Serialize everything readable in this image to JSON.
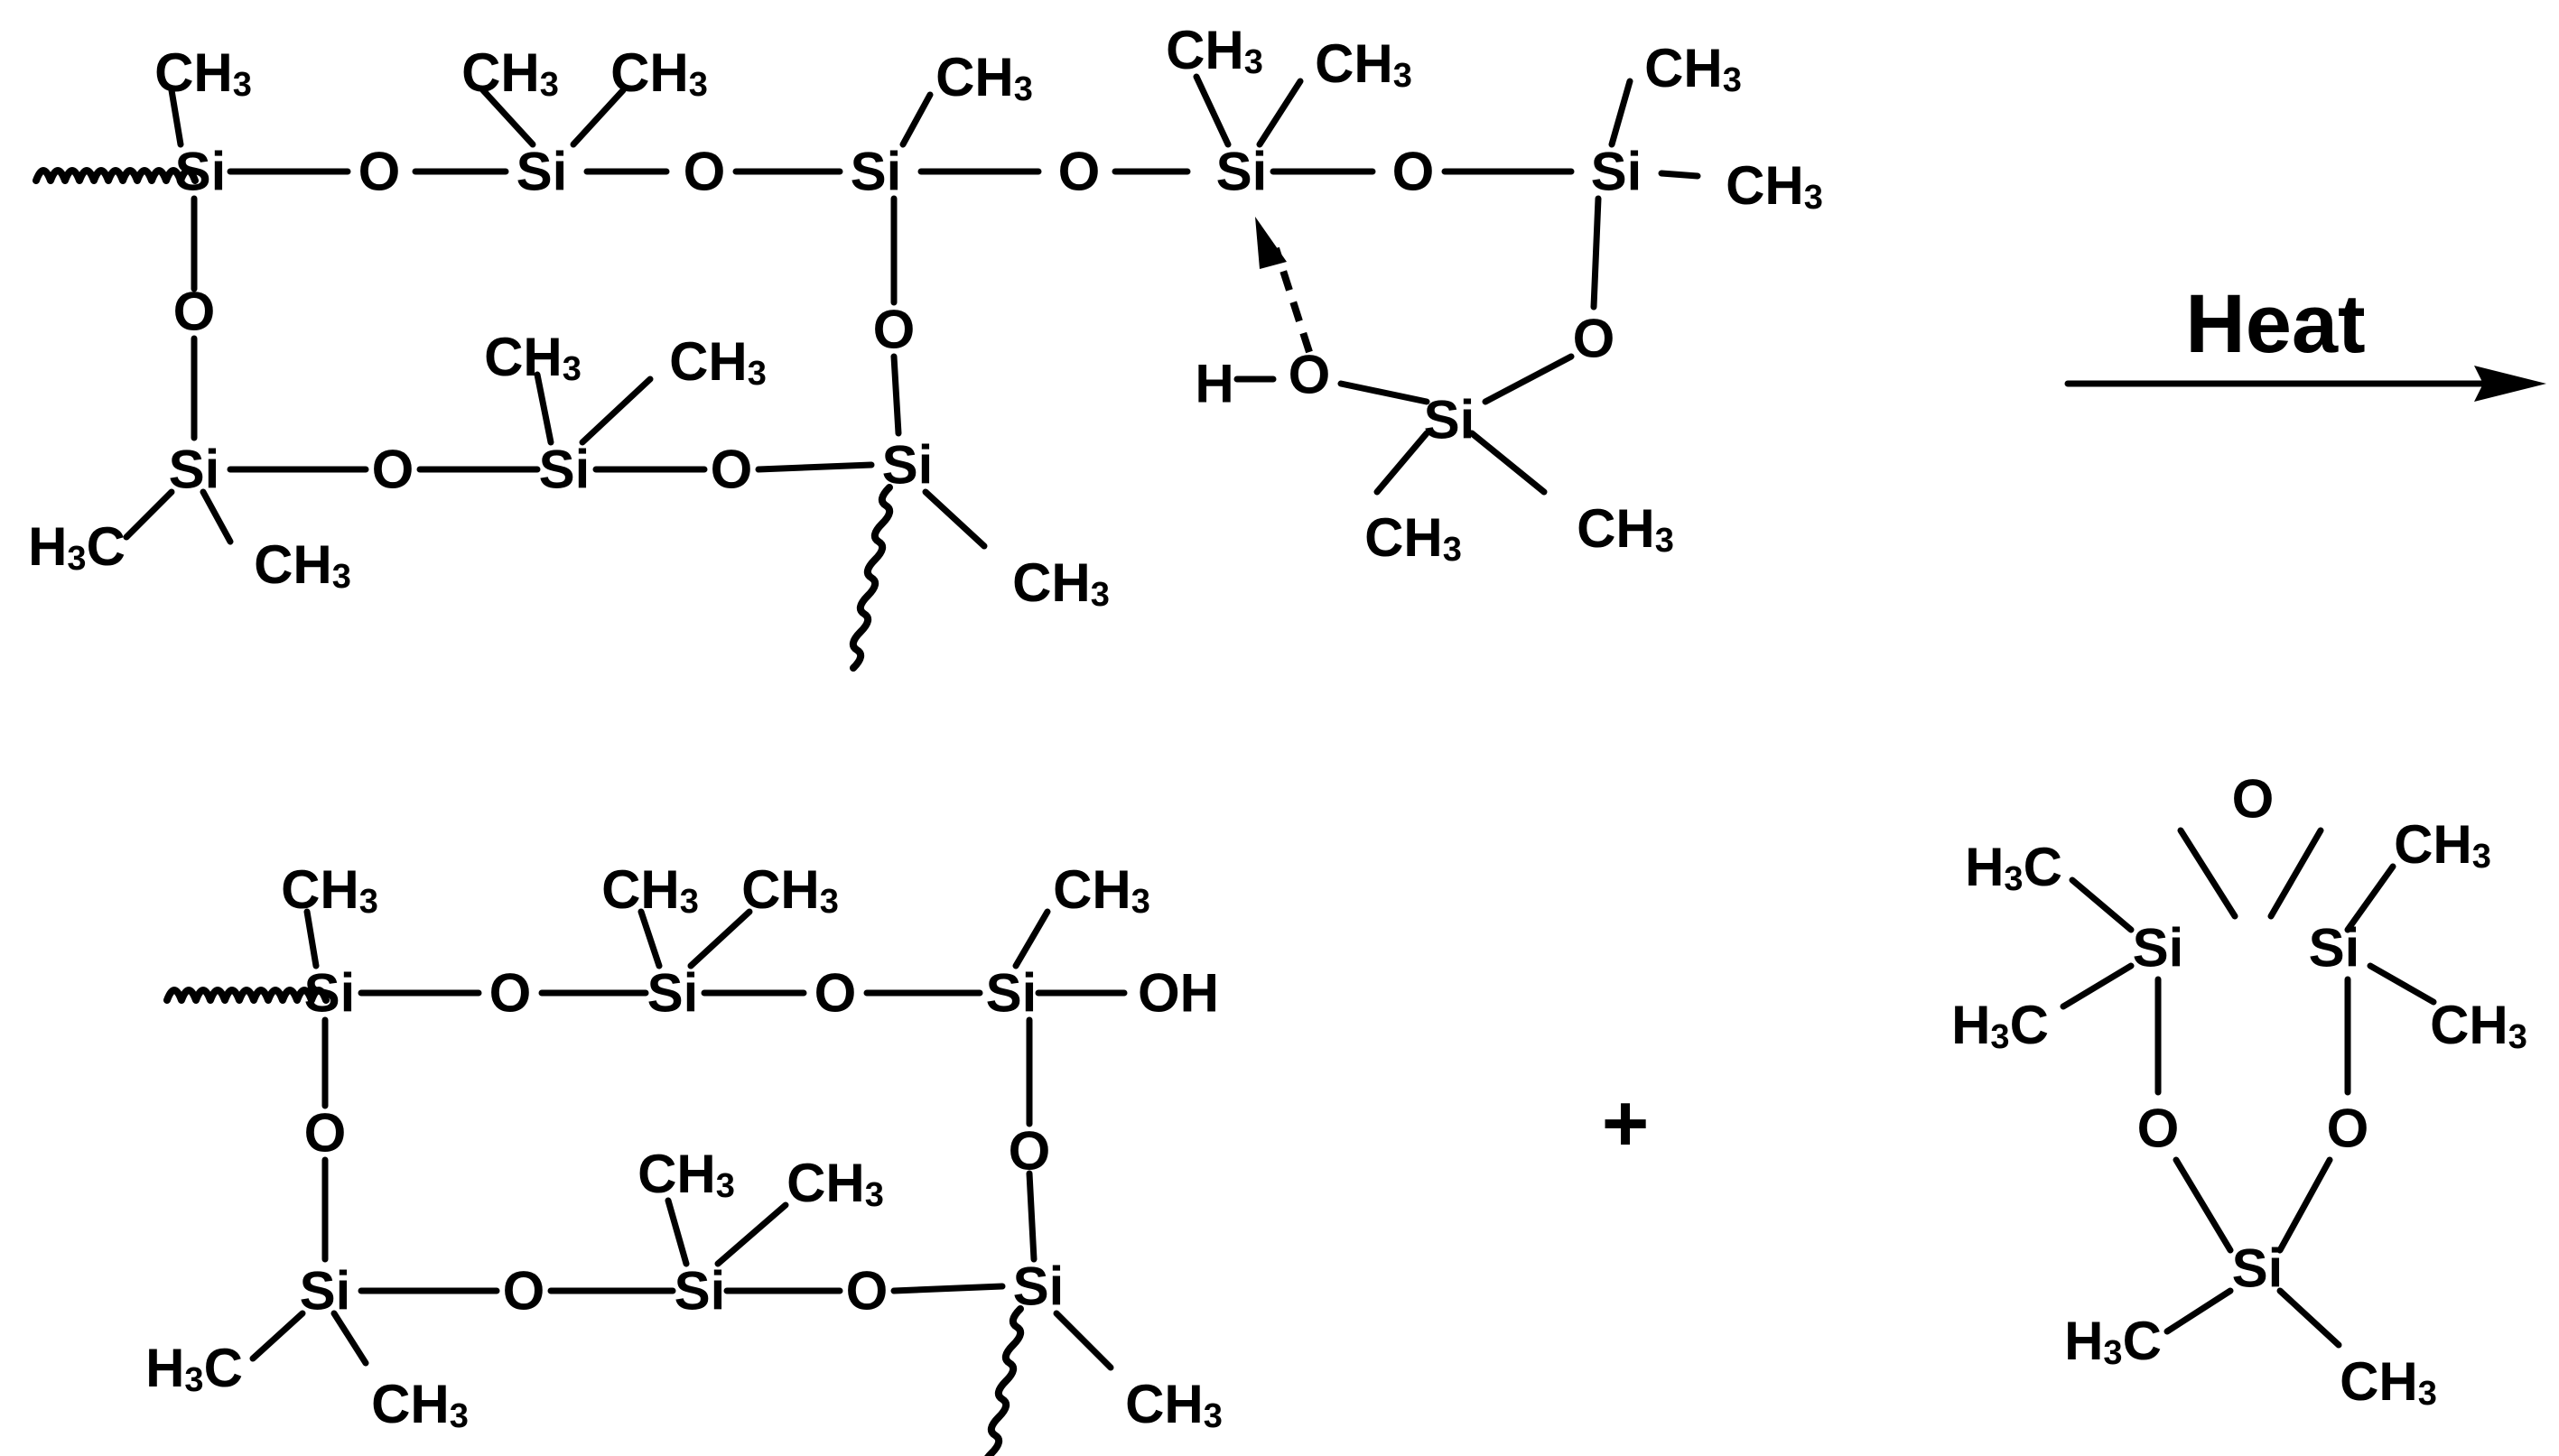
{
  "reaction": {
    "condition_label": "Heat",
    "plus_sign": "+"
  },
  "atom_labels": {
    "si": "Si",
    "o": "O",
    "h": "H",
    "oh": "OH",
    "ch": "CH",
    "h3c_prefix": "H",
    "c_suffix": "C",
    "sub3": "3"
  },
  "colors": {
    "ink": "#000000",
    "background": "#ffffff"
  }
}
